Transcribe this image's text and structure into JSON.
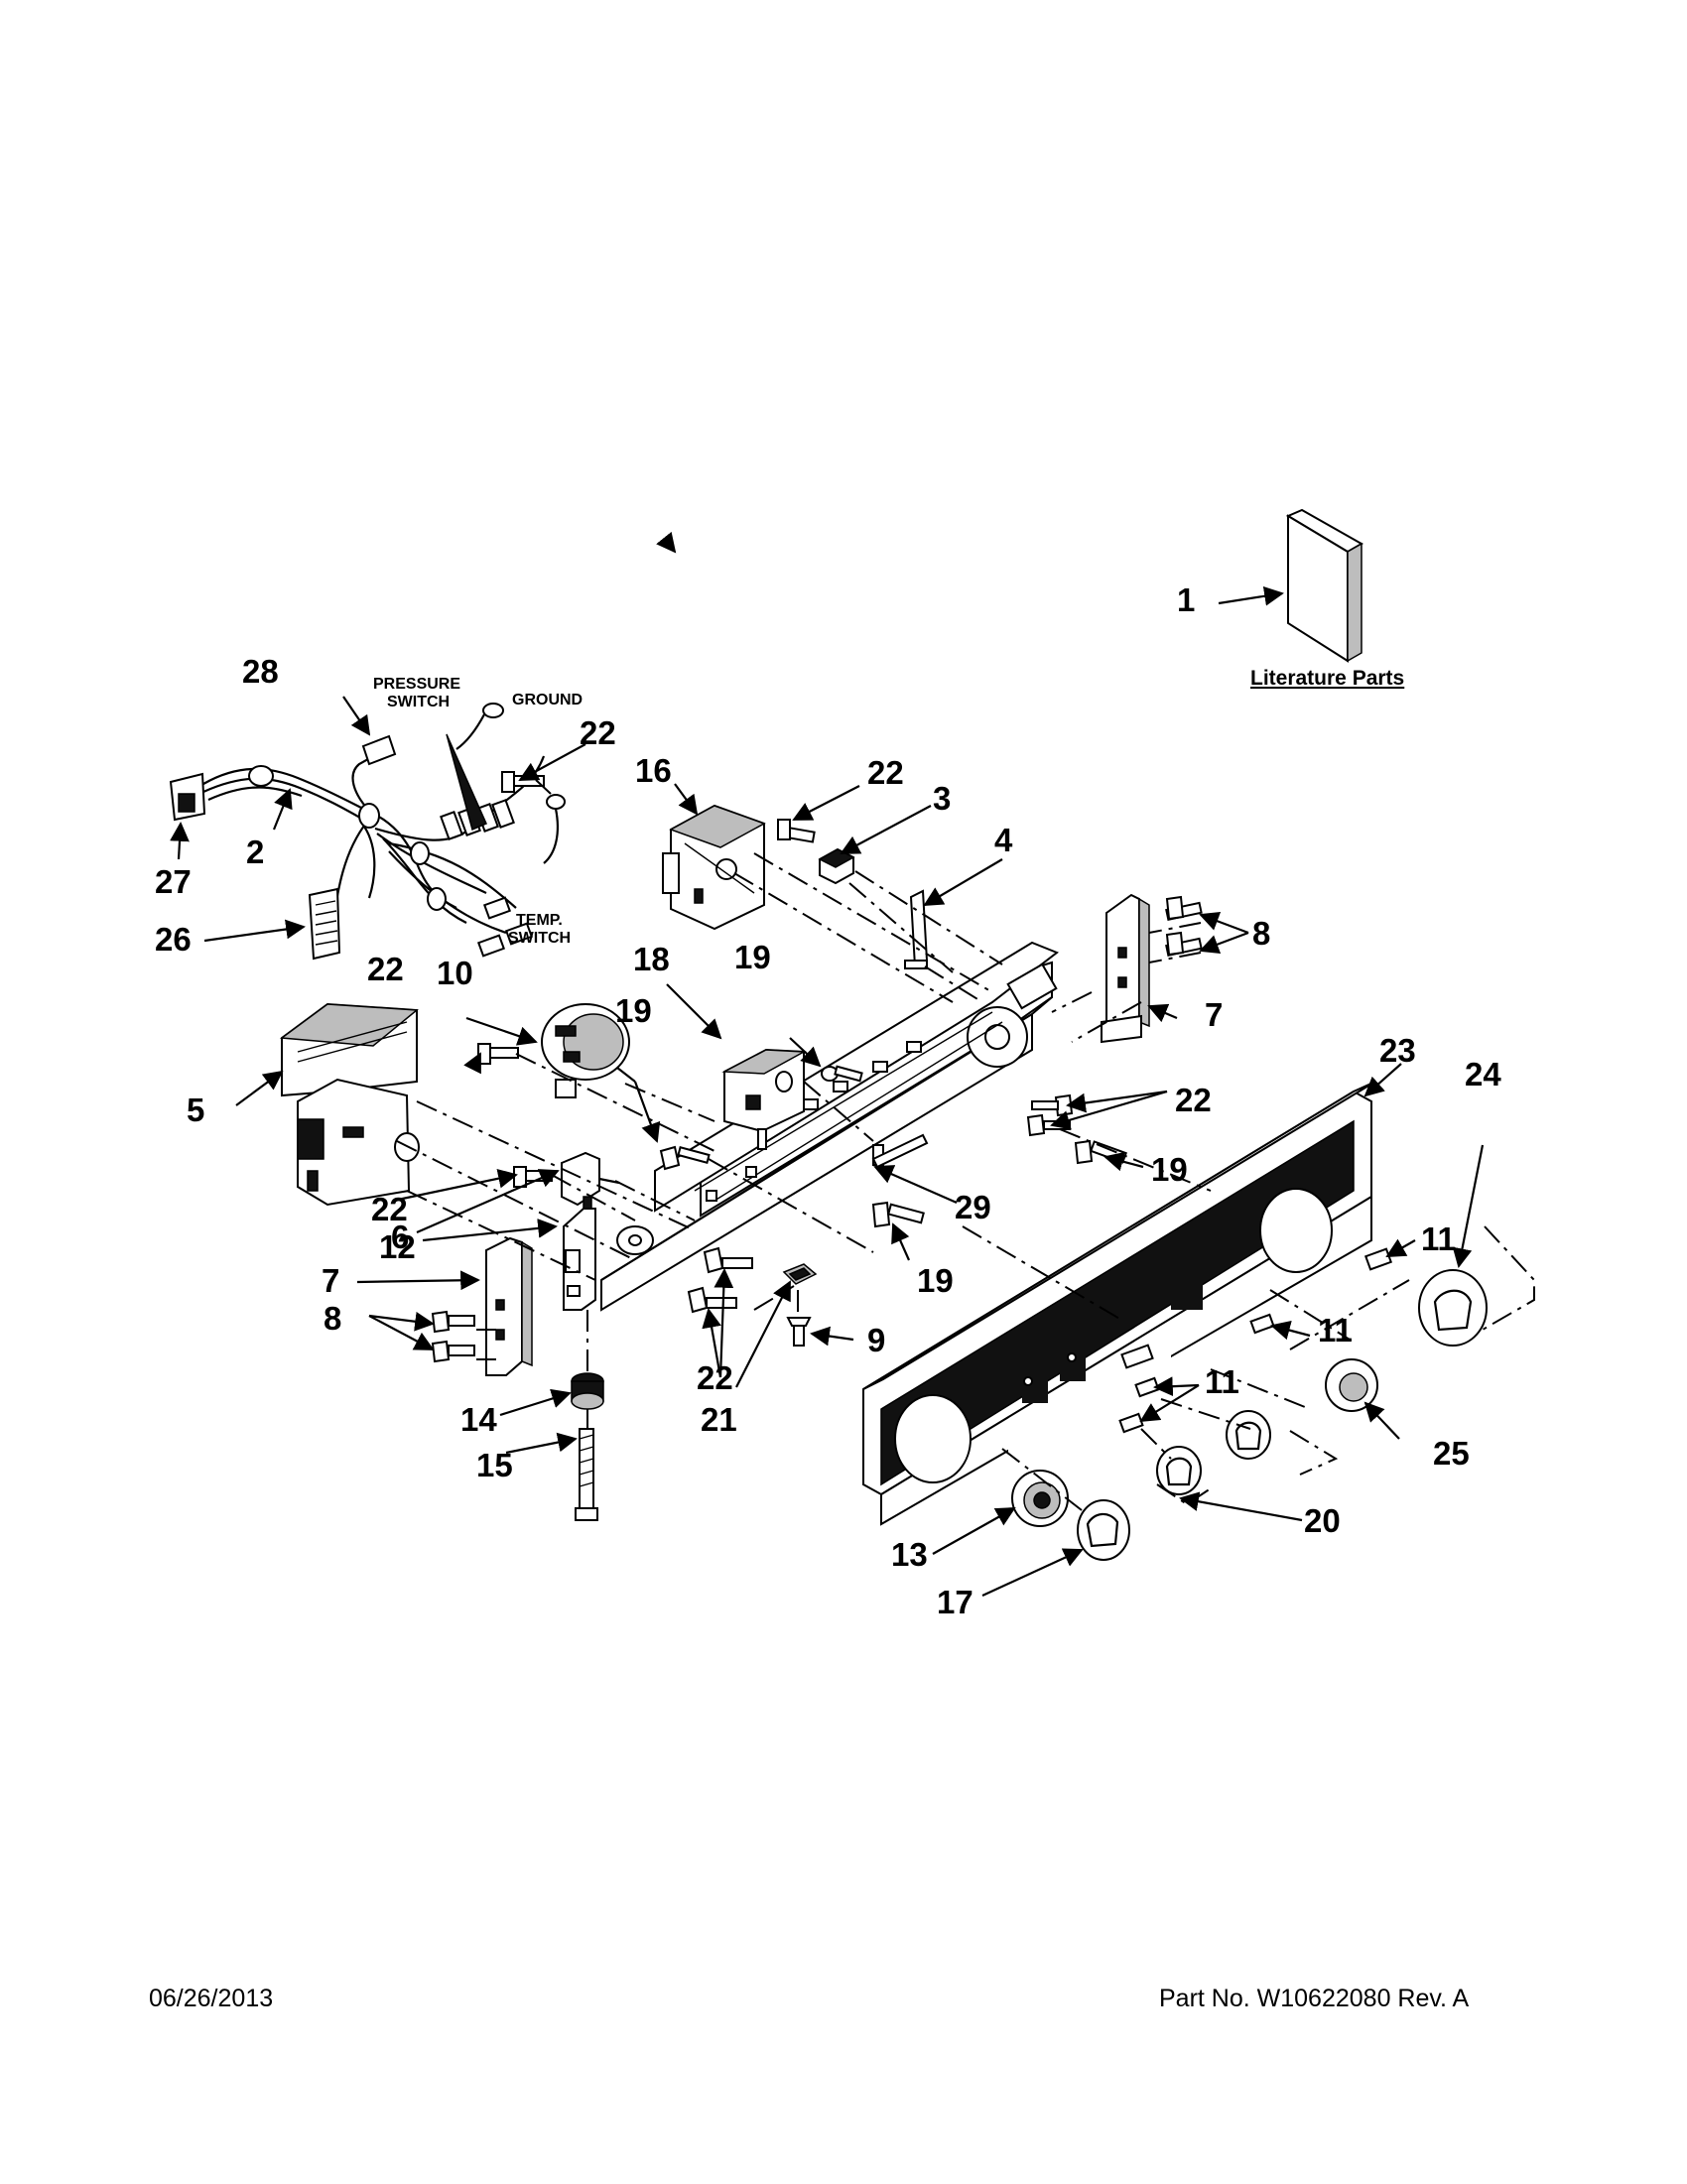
{
  "diagram": {
    "callouts": {
      "c1": "1",
      "c2": "2",
      "c3": "3",
      "c4": "4",
      "c5": "5",
      "c6": "6",
      "c7a": "7",
      "c7b": "7",
      "c8a": "8",
      "c8b": "8",
      "c9": "9",
      "c10": "10",
      "c11a": "11",
      "c11b": "11",
      "c11c": "11",
      "c12": "12",
      "c13": "13",
      "c14": "14",
      "c15": "15",
      "c16": "16",
      "c17": "17",
      "c18": "18",
      "c19a": "19",
      "c19b": "19",
      "c19c": "19",
      "c20": "20",
      "c21": "21",
      "c22a": "22",
      "c22b": "22",
      "c22c": "22",
      "c22d": "22",
      "c22e": "22",
      "c22f": "22",
      "c23": "23",
      "c24": "24",
      "c25": "25",
      "c26": "26",
      "c27": "27",
      "c28": "28",
      "c29": "29"
    },
    "labels": {
      "literature_parts": "Literature Parts",
      "pressure_switch_1": "PRESSURE",
      "pressure_switch_2": "SWITCH",
      "ground": "GROUND",
      "temp_switch_1": "TEMP.",
      "temp_switch_2": "SWITCH"
    }
  },
  "footer": {
    "date": "06/26/2013",
    "part_number": "Part No.  W10622080  Rev.  A"
  }
}
